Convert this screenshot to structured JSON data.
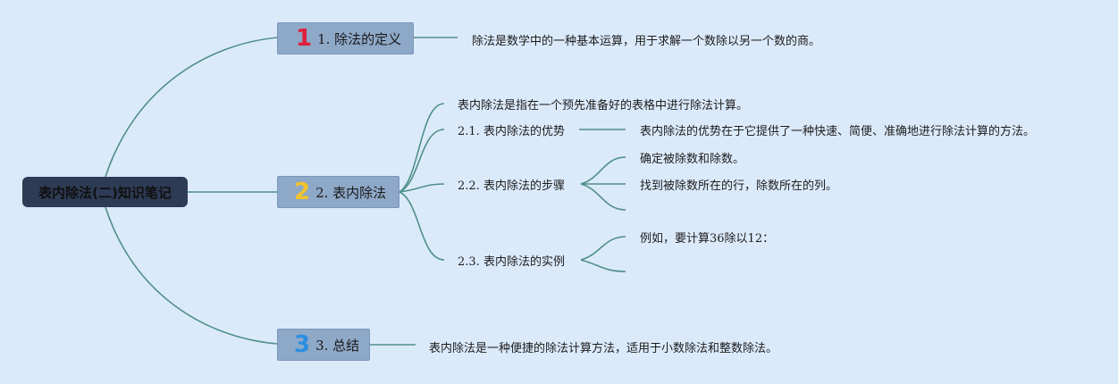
{
  "root": {
    "label": "表内除法(二)知识笔记"
  },
  "topics": [
    {
      "icon_text": "1",
      "icon_color": "#e0203a",
      "label": "1. 除法的定义",
      "notes": [
        "除法是数学中的一种基本运算，用于求解一个数除以另一个数的商。"
      ]
    },
    {
      "icon_text": "2",
      "icon_color": "#f2c42c",
      "label": "2. 表内除法",
      "intro": "表内除法是指在一个预先准备好的表格中进行除法计算。",
      "subtopics": [
        {
          "label": "2.1. 表内除法的优势",
          "notes": [
            "表内除法的优势在于它提供了一种快速、简便、准确地进行除法计算的方法。"
          ]
        },
        {
          "label": "2.2. 表内除法的步骤",
          "notes": [
            "确定被除数和除数。",
            "找到被除数所在的行，除数所在的列。",
            ""
          ]
        },
        {
          "label": "2.3. 表内除法的实例",
          "notes": [
            "例如，要计算36除以12：",
            ""
          ]
        }
      ]
    },
    {
      "icon_text": "3",
      "icon_color": "#2a8fe0",
      "label": "3. 总结",
      "notes": [
        "表内除法是一种便捷的除法计算方法，适用于小数除法和整数除法。"
      ]
    }
  ],
  "colors": {
    "background": "#dbeafb",
    "connector": "#4f8f88",
    "topic_fill": "#8ea8c8",
    "root_fill": "#2e3b55"
  }
}
